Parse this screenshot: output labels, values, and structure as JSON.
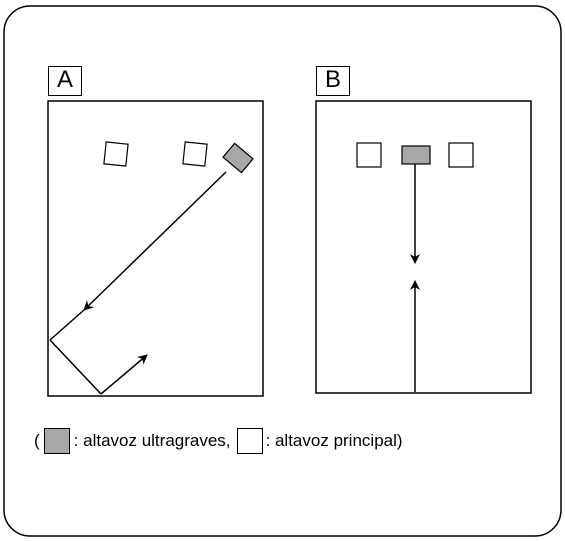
{
  "panels": [
    {
      "label": "A"
    },
    {
      "label": "B"
    }
  ],
  "legend": {
    "open_paren": "(",
    "subwoofer_text": ": altavoz ultragraves,",
    "main_text": ": altavoz principal)"
  },
  "colors": {
    "subwoofer_fill": "#a8a8a8",
    "main_speaker_fill": "#ffffff",
    "line": "#000000"
  }
}
